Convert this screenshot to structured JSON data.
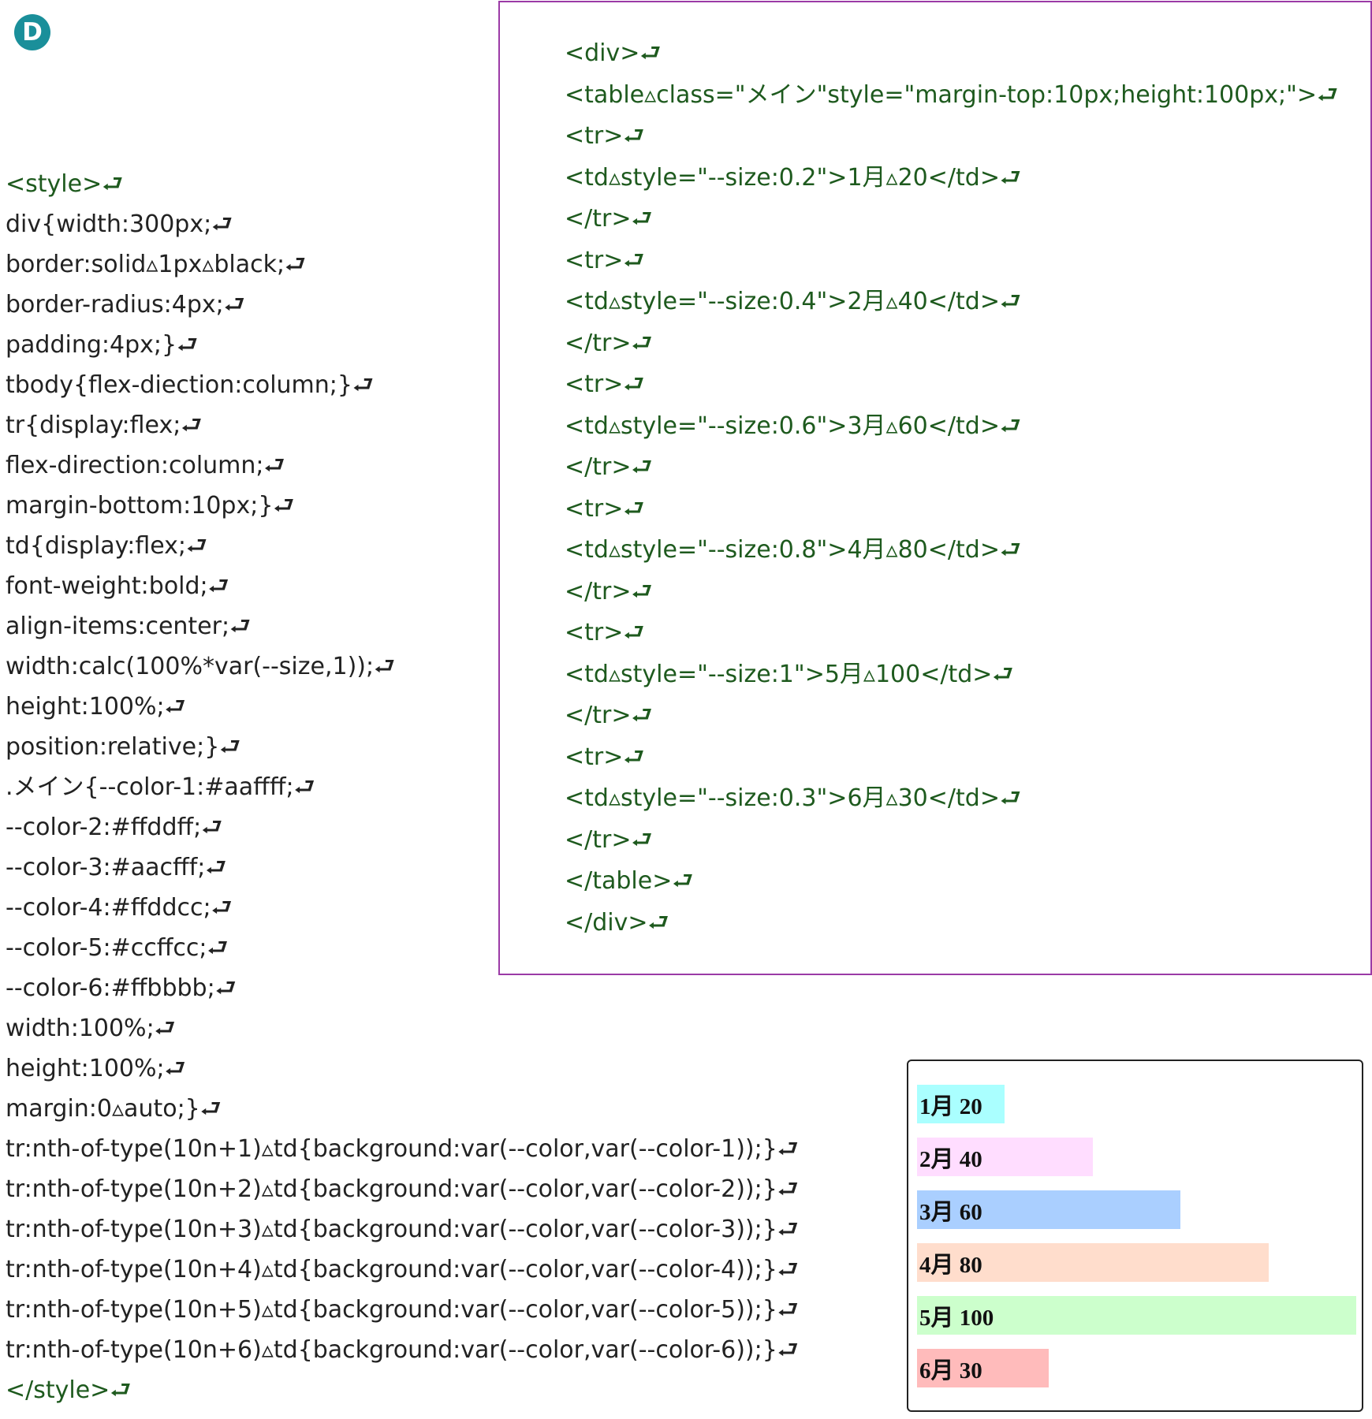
{
  "badge": "D",
  "css_lines": [
    {
      "text": "<style>⮐",
      "tone": "green"
    },
    {
      "text": "div{width:300px;⮐",
      "tone": "dark"
    },
    {
      "text": "border:solid▵1px▵black;⮐",
      "tone": "dark"
    },
    {
      "text": "border-radius:4px;⮐",
      "tone": "dark"
    },
    {
      "text": "padding:4px;}⮐",
      "tone": "dark"
    },
    {
      "text": "tbody{flex-diection:column;}⮐",
      "tone": "dark"
    },
    {
      "text": "tr{display:flex;⮐",
      "tone": "dark"
    },
    {
      "text": "flex-direction:column;⮐",
      "tone": "dark"
    },
    {
      "text": "margin-bottom:10px;}⮐",
      "tone": "dark"
    },
    {
      "text": "td{display:flex;⮐",
      "tone": "dark"
    },
    {
      "text": "font-weight:bold;⮐",
      "tone": "dark"
    },
    {
      "text": "align-items:center;⮐",
      "tone": "dark"
    },
    {
      "text": "width:calc(100%*var(--size,1));⮐",
      "tone": "dark"
    },
    {
      "text": "height:100%;⮐",
      "tone": "dark"
    },
    {
      "text": "position:relative;}⮐",
      "tone": "dark"
    },
    {
      "text": ".メイン{--color-1:#aaffff;⮐",
      "tone": "dark"
    },
    {
      "text": "--color-2:#ffddff;⮐",
      "tone": "dark"
    },
    {
      "text": "--color-3:#aacfff;⮐",
      "tone": "dark"
    },
    {
      "text": "--color-4:#ffddcc;⮐",
      "tone": "dark"
    },
    {
      "text": "--color-5:#ccffcc;⮐",
      "tone": "dark"
    },
    {
      "text": "--color-6:#ffbbbb;⮐",
      "tone": "dark"
    },
    {
      "text": "width:100%;⮐",
      "tone": "dark"
    },
    {
      "text": "height:100%;⮐",
      "tone": "dark"
    },
    {
      "text": "margin:0▵auto;}⮐",
      "tone": "dark"
    },
    {
      "text": "tr:nth-of-type(10n+1)▵td{background:var(--color,var(--color-1));}⮐",
      "tone": "dark"
    },
    {
      "text": "tr:nth-of-type(10n+2)▵td{background:var(--color,var(--color-2));}⮐",
      "tone": "dark"
    },
    {
      "text": "tr:nth-of-type(10n+3)▵td{background:var(--color,var(--color-3));}⮐",
      "tone": "dark"
    },
    {
      "text": "tr:nth-of-type(10n+4)▵td{background:var(--color,var(--color-4));}⮐",
      "tone": "dark"
    },
    {
      "text": "tr:nth-of-type(10n+5)▵td{background:var(--color,var(--color-5));}⮐",
      "tone": "dark"
    },
    {
      "text": "tr:nth-of-type(10n+6)▵td{background:var(--color,var(--color-6));}⮐",
      "tone": "dark"
    },
    {
      "text": "</style>⮐",
      "tone": "green"
    }
  ],
  "html_lines": [
    "<div>⮐",
    "<table▵class=\"メイン\"style=\"margin-top:10px;height:100px;\">⮐",
    "<tr>⮐",
    "<td▵style=\"--size:0.2\">1月▵20</td>⮐",
    "</tr>⮐",
    "<tr>⮐",
    "<td▵style=\"--size:0.4\">2月▵40</td>⮐",
    "</tr>⮐",
    "<tr>⮐",
    "<td▵style=\"--size:0.6\">3月▵60</td>⮐",
    "</tr>⮐",
    "<tr>⮐",
    "<td▵style=\"--size:0.8\">4月▵80</td>⮐",
    "</tr>⮐",
    "<tr>⮐",
    "<td▵style=\"--size:1\">5月▵100</td>⮐",
    "</tr>⮐",
    "<tr>⮐",
    "<td▵style=\"--size:0.3\">6月▵30</td>⮐",
    "</tr>⮐",
    "</table>⮐",
    "</div>⮐"
  ],
  "chart_data": {
    "type": "bar",
    "orientation": "horizontal",
    "categories": [
      "1月",
      "2月",
      "3月",
      "4月",
      "5月",
      "6月"
    ],
    "values": [
      20,
      40,
      60,
      80,
      100,
      30
    ],
    "labels": [
      "1月 20",
      "2月 40",
      "3月 60",
      "4月 80",
      "5月 100",
      "6月 30"
    ],
    "colors": [
      "#aaffff",
      "#ffddff",
      "#aacfff",
      "#ffddcc",
      "#ccffcc",
      "#ffbbbb"
    ],
    "xlim": [
      0,
      100
    ]
  }
}
